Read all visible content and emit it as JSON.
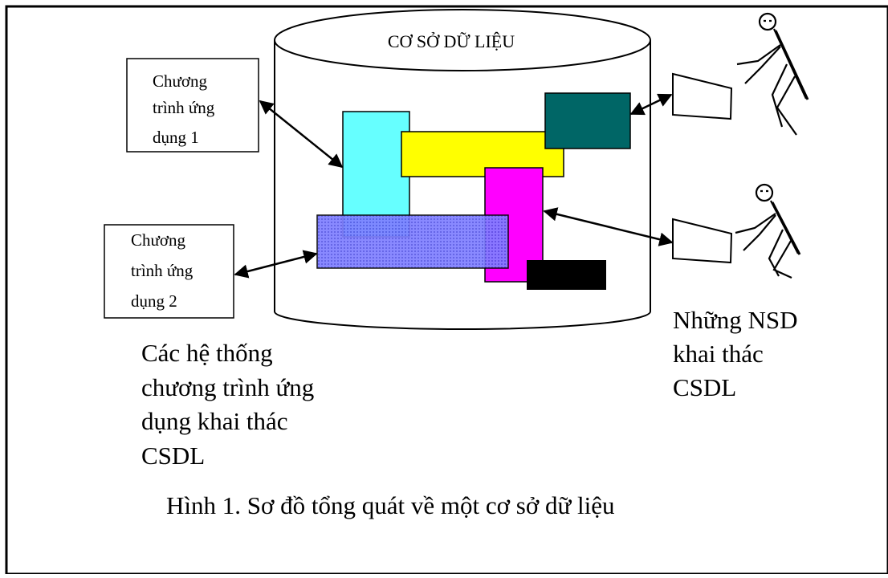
{
  "database": {
    "title": "CƠ SỞ DỮ LIỆU"
  },
  "programs": [
    {
      "lines": [
        "Chương",
        "trình ứng",
        "dụng 1"
      ]
    },
    {
      "lines": [
        "Chương",
        "trình ứng",
        "dụng 2"
      ]
    }
  ],
  "apps_label": {
    "lines": [
      "Các hệ thống",
      "chương trình ứng",
      "dụng khai thác",
      "CSDL"
    ]
  },
  "users_label": {
    "lines": [
      "Những NSD",
      "khai thác",
      "CSDL"
    ]
  },
  "caption": "Hình 1.  Sơ đồ tổng quát về một cơ sở dữ liệu",
  "colors": {
    "cyan": "#66ffff",
    "yellow": "#ffff00",
    "teal": "#006666",
    "magenta": "#ff00ff",
    "blue": "#8080ff",
    "black": "#000000"
  }
}
